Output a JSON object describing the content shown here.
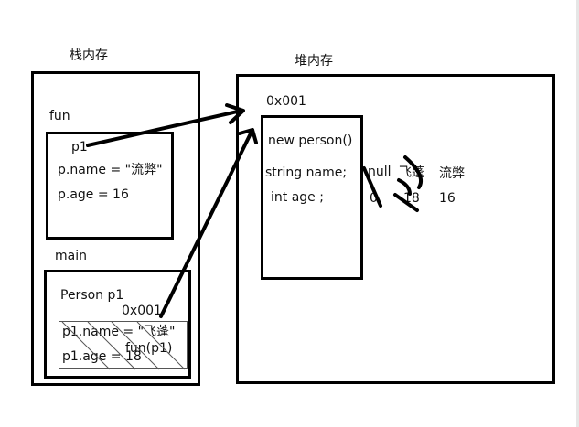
{
  "stack": {
    "title": "栈内存",
    "fun": {
      "label": "fun",
      "lines": [
        "p1",
        "p.name = \"流弊\"",
        "p.age = 16"
      ]
    },
    "main": {
      "label": "main",
      "decl": "Person p1",
      "addr": "0x001",
      "lines": [
        "p1.name = \"飞蓬\"",
        "p1.age = 18"
      ],
      "call": "fun(p1)"
    }
  },
  "heap": {
    "title": "堆内存",
    "addr": "0x001",
    "object": {
      "ctor": "new person()",
      "field_name": "string  name;",
      "field_age": "int  age ;"
    },
    "values": {
      "name_null": "null",
      "name_first": "飞蓬",
      "name_final": "流弊",
      "age_zero": "0",
      "age_first": "18",
      "age_final": "16"
    }
  },
  "colors": {
    "ink": "#000000",
    "frame": "#000000",
    "scrollbar": "#e6e6e6"
  }
}
